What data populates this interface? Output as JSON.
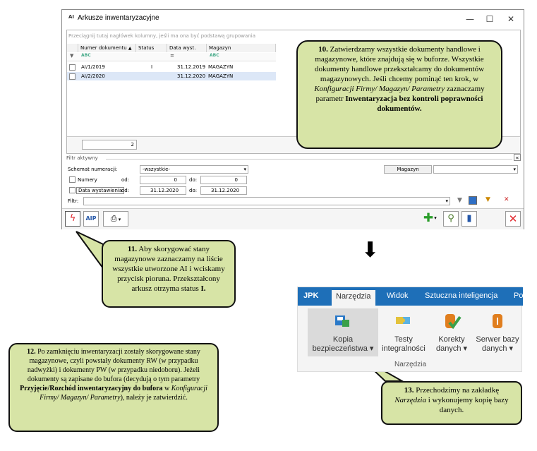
{
  "window": {
    "icon_text": "AI",
    "title": "Arkusze inwentaryzacyjne",
    "minimize": "—",
    "maximize": "☐",
    "close": "✕"
  },
  "grid": {
    "group_hint": "Przeciągnij tutaj nagłówek kolumny, jeśli ma ona być podstawą grupowania",
    "columns": [
      "Numer dokumentu",
      "Status",
      "Data wyst.",
      "Magazyn"
    ],
    "filter_cells": {
      "number": "ABC",
      "date": "=",
      "store": "ABC"
    },
    "rows": [
      {
        "number": "AI/1/2019",
        "status": "I",
        "date": "31.12.2019",
        "store": "MAGAZYN"
      },
      {
        "number": "AI/2/2020",
        "status": "",
        "date": "31.12.2020",
        "store": "MAGAZYN"
      }
    ],
    "count": "2"
  },
  "filter": {
    "header": "Filtr aktywny",
    "schema_label": "Schemat numeracji:",
    "schema_value": "-wszystkie-",
    "store_button": "Magazyn",
    "numbers_label": "Numery",
    "date_label": "Data wystawienia",
    "od": "od:",
    "do": "do:",
    "num_from": "0",
    "num_to": "0",
    "date_from": "31.12.2020",
    "date_to": "31.12.2020",
    "filter_label": "Filtr:"
  },
  "callouts": {
    "c10_num": "10.",
    "c10_a": "Zatwierdzamy wszystkie dokumenty handlowe i magazynowe, które znajdują się w buforze. Wszystkie dokumenty handlowe przekształcamy do dokumentów magazynowych.",
    "c10_b": "Jeśli chcemy pominąć ten krok, w",
    "c10_italic": "Konfiguracji Firmy/ Magazyn/ Parametry",
    "c10_c": "zaznaczamy parametr",
    "c10_bold": "Inwentaryzacja bez kontroli poprawności dokumentów.",
    "c11_num": "11.",
    "c11_a": "Aby skorygować stany magazynowe zaznaczamy na liście wszystkie utworzone AI i wciskamy przycisk pioruna. Przekształcony arkusz otrzyma status",
    "c11_bold": "I.",
    "c12_num": "12.",
    "c12_a": "Po zamknięciu inwentaryzacji zostały skorygowane stany magazynowe, czyli powstały dokumenty RW (w przypadku nadwyżki) i dokumenty PW (w przypadku niedoboru). Jeżeli dokumenty są zapisane do bufora (decydują o tym parametry",
    "c12_bold": "Przyjęcie/Rozchód inwentaryzacyjny do bufora",
    "c12_b": "w",
    "c12_italic": "Konfiguracji Firmy/ Magazyn/ Parametry",
    "c12_c": "), należy je zatwierdzić.",
    "c13_num": "13.",
    "c13_a": "Przechodzimy na zakładkę",
    "c13_italic": "Narzędzia",
    "c13_b": "i wykonujemy kopię bazy danych."
  },
  "ribbon": {
    "tabs": [
      "JPK",
      "Narzędzia",
      "Widok",
      "Sztuczna inteligencja",
      "Po"
    ],
    "buttons": [
      {
        "l1": "Kopia",
        "l2": "bezpieczeństwa ▾"
      },
      {
        "l1": "Testy",
        "l2": "integralności"
      },
      {
        "l1": "Korekty",
        "l2": "danych ▾"
      },
      {
        "l1": "Serwer bazy",
        "l2": "danych ▾"
      }
    ],
    "group": "Narzędzia"
  },
  "arrow": "⬇",
  "colors": {
    "callout_bg": "#d7e4a6",
    "ribbon_blue": "#1e6fb8",
    "bolt_red": "#e0242a"
  }
}
